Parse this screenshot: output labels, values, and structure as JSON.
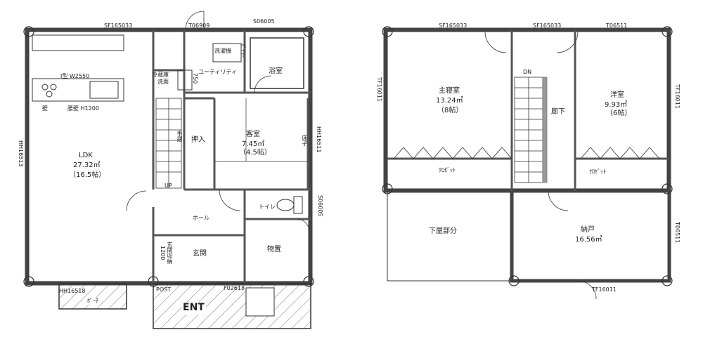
{
  "floor1": {
    "dims": {
      "top_left": "SF165033",
      "top_mid": "T06909",
      "top_right": "S06005",
      "left": "HH16513",
      "right_chr": "HH16511",
      "right_toilet": "S06005",
      "bottom_left": "HH16518",
      "bottom_post": "POST",
      "bottom_door": "F02618"
    },
    "kitchen": {
      "type": "I型  W2550",
      "wall": "壁",
      "waist": "腰壁 H1200"
    },
    "ldk": {
      "name": "LDK",
      "area": "27.32㎡",
      "mats": "（16.5帖）"
    },
    "fridge": "冷蔵庫",
    "washer": "洗濯機",
    "dryer": "ﾎﾞｲﾗｰ",
    "utility": "ユーティリティ",
    "washroom": "洗面",
    "vanity": "750",
    "bath": "浴室",
    "stairs_up": "UP",
    "handrail": "手摺",
    "oshiire": "押入",
    "guest": {
      "name": "客室",
      "area": "7.45㎡",
      "mats": "（4.5帖）"
    },
    "closet_side": "床子",
    "toilet": "トイレ",
    "hall": "ホール",
    "entrance": "玄関",
    "shoebox": "玄関収納\n1200",
    "storage": "物置",
    "porch": "ﾎﾟｰﾁ",
    "ent": "ENT"
  },
  "floor2": {
    "dims": {
      "top_left": "SF165033",
      "top_mid": "SF165033",
      "top_right": "T06511",
      "left": "TF16011",
      "right": "TF16011",
      "right_lower": "T06511",
      "bottom": "TF16011"
    },
    "master": {
      "name": "主寝室",
      "area": "13.24㎡",
      "mats": "（8帖）"
    },
    "western": {
      "name": "洋室",
      "area": "9.93㎡",
      "mats": "（6帖）"
    },
    "corridor": "廊下",
    "stairs_down": "DN",
    "closet_left": "ｸﾛｾﾞｯﾄ",
    "closet_right": "ｸﾛｾﾞｯﾄ",
    "lower_roof": "下屋部分",
    "nando": {
      "name": "納戸",
      "area": "16.56㎡"
    }
  }
}
